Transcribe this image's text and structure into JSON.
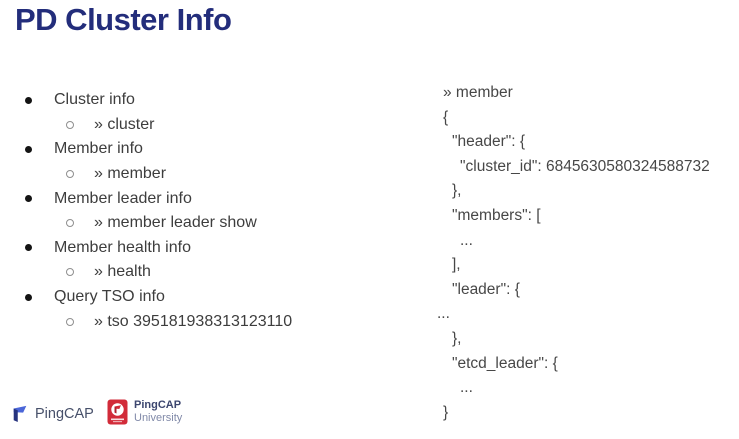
{
  "title": "PD Cluster Info",
  "outline": {
    "items": [
      {
        "label": "Cluster info",
        "command": "» cluster"
      },
      {
        "label": "Member info",
        "command": "» member"
      },
      {
        "label": "Member leader info",
        "command": "» member leader show"
      },
      {
        "label": "Member health info",
        "command": "» health"
      },
      {
        "label": "Query TSO info",
        "command": "» tso 395181938313123110"
      }
    ]
  },
  "terminal": {
    "lines": [
      "» member",
      "{",
      "\"header\": {",
      "\"cluster_id\": 6845630580324588732",
      "},",
      "\"members\": [",
      "...",
      "],",
      "\"leader\": {",
      "...",
      "},",
      "\"etcd_leader\": {",
      "...",
      "}"
    ]
  },
  "footer": {
    "pingcap_label": "PingCAP",
    "university_brand": "PingCAP",
    "university_label": "University"
  },
  "colors": {
    "title_navy": "#232d7b",
    "body_text": "#3d3d3d",
    "code_text": "#474747",
    "pingcap_blue_light": "#4a66d8",
    "pingcap_blue_dark": "#26337e",
    "university_red": "#d22b39"
  }
}
